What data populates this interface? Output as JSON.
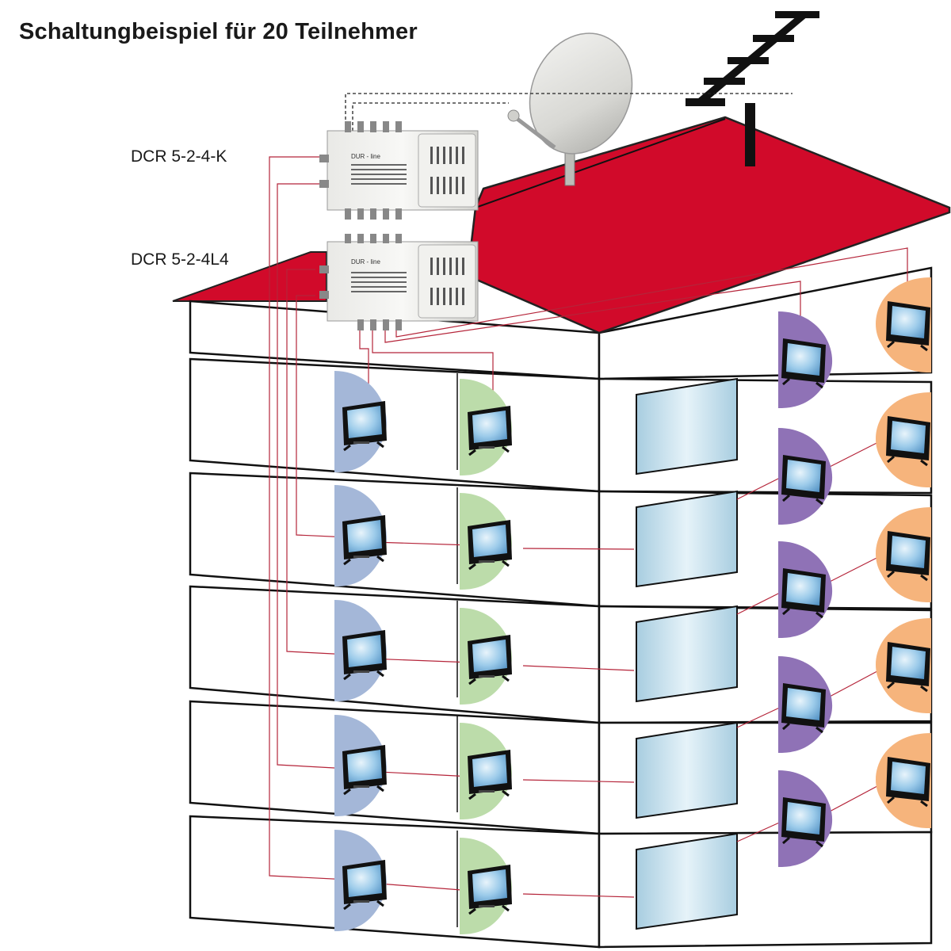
{
  "title": "Schaltungbeispiel für 20 Teilnehmer",
  "devices": [
    {
      "label": "DCR 5-2-4-K",
      "brand": "DUR - line"
    },
    {
      "label": "DCR 5-2-4L4",
      "brand": "DUR - line"
    }
  ],
  "colors": {
    "roof": "#d10a2a",
    "cable": "#b5253a",
    "zone_blue": "#a4b7d8",
    "zone_green": "#bcdcaa",
    "zone_purple": "#8f72b6",
    "zone_orange": "#f6b47c",
    "window": "#b9d9e8",
    "tv_screen": "#8cc4ea"
  },
  "icons": [
    "satellite-dish-icon",
    "terrestrial-antenna-icon",
    "multiswitch-icon",
    "tv-icon",
    "window-icon"
  ]
}
